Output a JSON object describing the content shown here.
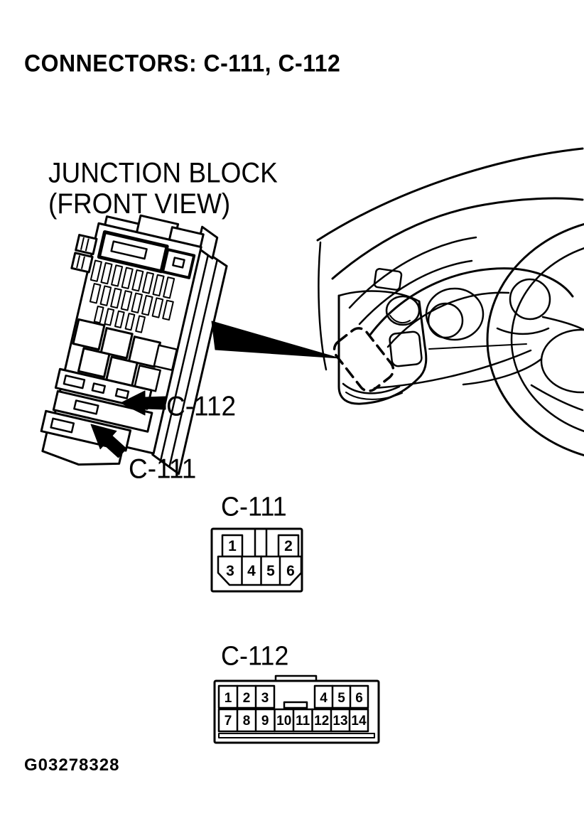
{
  "page": {
    "title": "CONNECTORS: C-111, C-112",
    "figure_id": "G03278328",
    "paper_color": "#ffffff",
    "ink_color": "#000000"
  },
  "junction_block": {
    "label_line1": "JUNCTION BLOCK",
    "label_line2": "(FRONT VIEW)",
    "callout_c112": "C-112",
    "callout_c111": "C-111"
  },
  "connectors": [
    {
      "name": "C-111",
      "top_pins": [
        "1",
        "2"
      ],
      "bottom_pins": [
        "3",
        "4",
        "5",
        "6"
      ]
    },
    {
      "name": "C-112",
      "top_pins": [
        "1",
        "2",
        "3",
        "4",
        "5",
        "6"
      ],
      "bottom_pins": [
        "7",
        "8",
        "9",
        "10",
        "11",
        "12",
        "13",
        "14"
      ]
    }
  ]
}
